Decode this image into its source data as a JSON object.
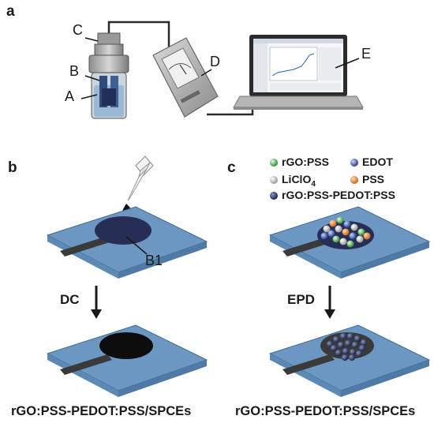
{
  "panels": {
    "a": "a",
    "b": "b",
    "c": "c"
  },
  "setup_labels": {
    "A": "A",
    "B": "B",
    "C": "C",
    "D": "D",
    "E": "E"
  },
  "drop_cast": {
    "drop_label": "B1",
    "step_label": "DC",
    "result_caption": "rGO:PSS-PEDOT:PSS/SPCEs"
  },
  "electrophoretic": {
    "step_label": "EPD",
    "result_caption": "rGO:PSS-PEDOT:PSS/SPCEs",
    "legend": [
      {
        "text": "rGO:PSS",
        "color": "#3c9a3c"
      },
      {
        "text": "EDOT",
        "color": "#3a52a8"
      },
      {
        "text": "LiClO",
        "sub": "4",
        "color": "#e8e8e8"
      },
      {
        "text": "PSS",
        "color": "#e0762a"
      },
      {
        "text": "rGO:PSS-PEDOT:PSS",
        "color": "#2a3a66"
      }
    ]
  },
  "colors": {
    "substrate": "#6b97c2",
    "electrode": "#3a3a3a",
    "film": "#262e55"
  }
}
